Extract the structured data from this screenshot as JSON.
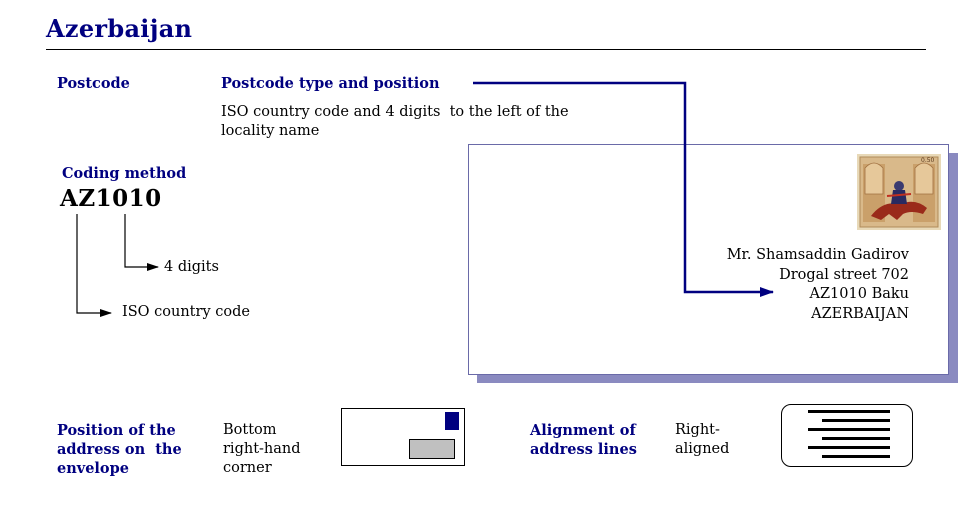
{
  "page": {
    "title": "Azerbaijan"
  },
  "postcode": {
    "label": "Postcode"
  },
  "postcode_type": {
    "label": "Postcode type and position",
    "description_line1": "ISO country code and 4 digits  to the left of the",
    "description_line2": "locality name"
  },
  "coding": {
    "label": "Coding method",
    "code": "AZ1010",
    "annotation_digits": "4 digits",
    "annotation_iso": "ISO country code"
  },
  "envelope_address": {
    "line1": "Mr. Shamsaddin Gadirov",
    "line2": "Drogal street 702",
    "line3": "AZ1010 Baku",
    "line4": "AZERBAIJAN"
  },
  "stamp": {
    "denomination": "0.50"
  },
  "position": {
    "label_line1": "Position of the",
    "label_line2": "address on  the",
    "label_line3": "envelope",
    "value_line1": "Bottom",
    "value_line2": "right-hand",
    "value_line3": "corner"
  },
  "alignment": {
    "label_line1": "Alignment of",
    "label_line2": "address lines",
    "value_line1": "Right-",
    "value_line2": "aligned"
  },
  "colors": {
    "heading": "#000080",
    "envelope_shadow": "#8a8ac0",
    "mini_address_block": "#c0c0c0"
  }
}
